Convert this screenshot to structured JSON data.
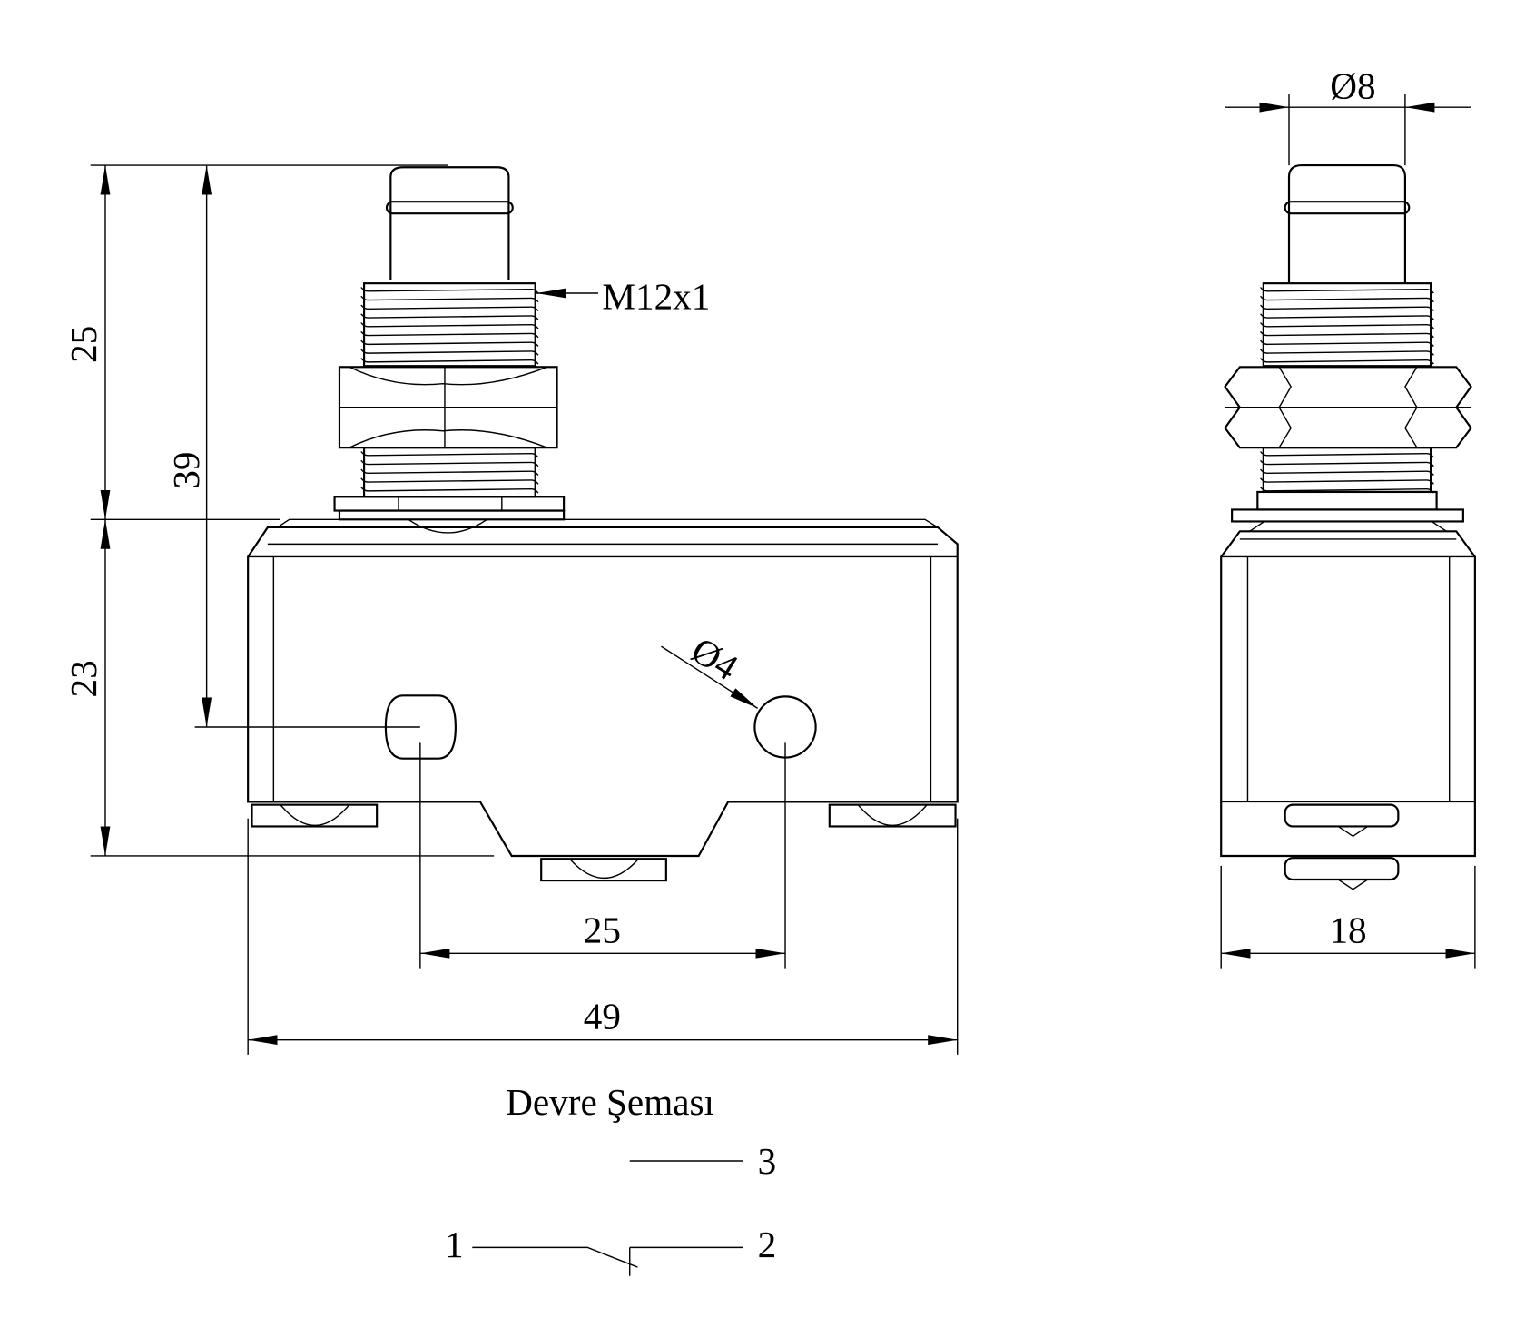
{
  "dimensions": {
    "total_height_actuator": "25",
    "body_height": "23",
    "actuator_to_hole": "39",
    "hole_spacing": "25",
    "body_width": "49",
    "side_width": "18",
    "plunger_diameter": "Ø8",
    "hole_diameter": "Ø4",
    "thread": "M12x1"
  },
  "schematic": {
    "title": "Devre Şeması",
    "terminal_3": "3",
    "terminal_1": "1",
    "terminal_2": "2"
  }
}
